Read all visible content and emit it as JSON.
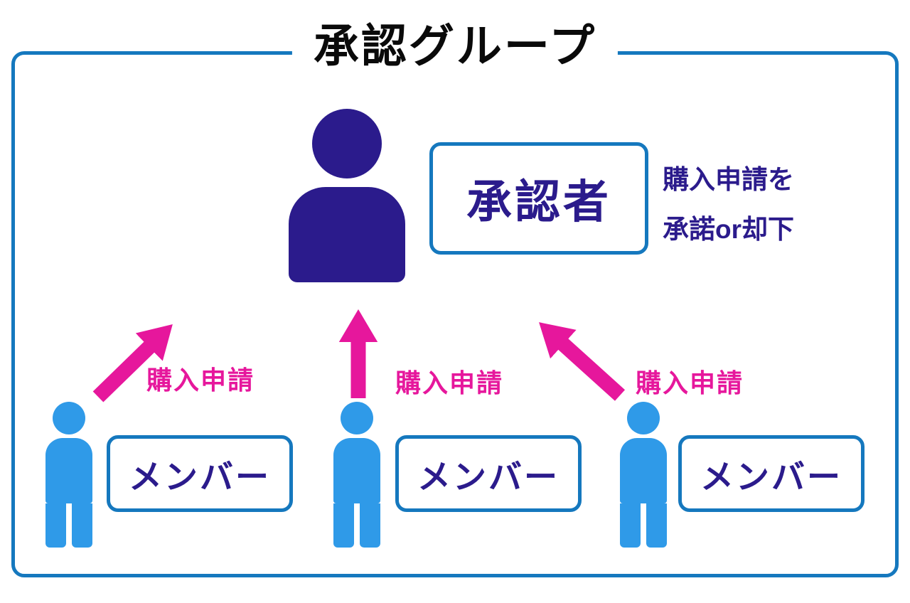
{
  "title": "承認グループ",
  "colors": {
    "frame_blue": "#1578be",
    "navy": "#2b1b8c",
    "member_blue": "#2f9ae8",
    "magenta": "#e6179c",
    "title_black": "#0a0a0a",
    "background": "#ffffff"
  },
  "approver": {
    "label": "承認者",
    "description_line1": "購入申請を",
    "description_line2": "承諾or却下",
    "icon": "person-icon"
  },
  "members": [
    {
      "label": "メンバー",
      "arrow_label": "購入申請",
      "icon": "person-icon"
    },
    {
      "label": "メンバー",
      "arrow_label": "購入申請",
      "icon": "person-icon"
    },
    {
      "label": "メンバー",
      "arrow_label": "購入申請",
      "icon": "person-icon"
    }
  ]
}
